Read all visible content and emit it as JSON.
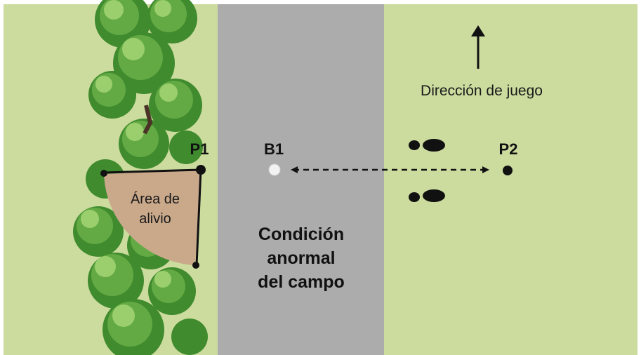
{
  "labels": {
    "p1": "P1",
    "b1": "B1",
    "p2": "P2",
    "direction": "Dirección de juego",
    "relief_area_line1": "Área de",
    "relief_area_line2": "alivio",
    "condition_line1": "Condición",
    "condition_line2": "anormal",
    "condition_line3": "del campo"
  },
  "colors": {
    "grass": "#ccdc9f",
    "road": "#acacac",
    "relief_area": "#caa98b",
    "tree_dark": "#3f8b2d",
    "tree_mid": "#63aa45",
    "tree_light": "#9bcf6e",
    "ball": "#f2f2f2",
    "ink": "#111111"
  },
  "icons": {
    "direction_arrow": "arrow-up-icon",
    "footprints": "footprints-icon",
    "ball": "golf-ball-icon"
  }
}
